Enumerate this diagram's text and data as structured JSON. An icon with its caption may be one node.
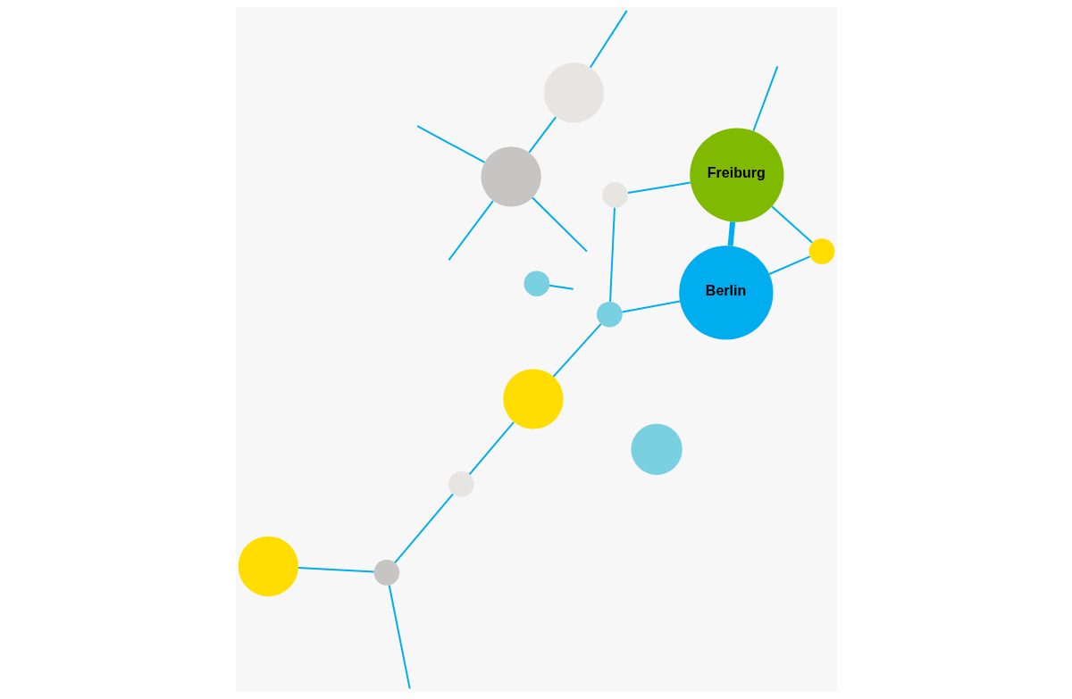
{
  "diagram": {
    "nodes": [
      {
        "text": [
          "Berlin"
        ]
      },
      {
        "text": [
          "Freiburg"
        ]
      },
      {
        "text": [],
        "shape": "circle"
      },
      {
        "text": [],
        "shape": "circle"
      },
      {
        "text": [],
        "shape": "circle"
      },
      {
        "text": [],
        "shape": "circle"
      },
      {
        "text": [],
        "shape": "circle"
      },
      {
        "text": [],
        "shape": "circle"
      },
      {
        "text": [],
        "shape": "circle"
      },
      {
        "text": [],
        "shape": "circle"
      },
      {
        "text": [],
        "shape": "circle"
      },
      {
        "text": [],
        "shape": "circle"
      },
      {
        "text": [],
        "shape": "circle"
      }
    ],
    "edges": [
      {
        "from": 0,
        "to": 1,
        "arrow": "none",
        "style": "thick"
      },
      {
        "from": 1,
        "to": 4,
        "arrow": "none"
      },
      {
        "from": 4,
        "to": 0,
        "arrow": "none"
      },
      {
        "from": 5,
        "to": null,
        "arrow": "none"
      },
      {
        "from": 0,
        "to": 7,
        "arrow": "none"
      },
      {
        "from": 7,
        "to": 6,
        "arrow": "none"
      },
      {
        "from": 6,
        "to": 1,
        "arrow": "none"
      },
      {
        "from": 7,
        "to": 8,
        "arrow": "none"
      },
      {
        "from": 2,
        "to": 3,
        "arrow": "none"
      },
      {
        "from": 2,
        "to": null,
        "arrow": "none"
      },
      {
        "from": 2,
        "to": null,
        "arrow": "none"
      },
      {
        "from": 2,
        "to": null,
        "arrow": "none"
      },
      {
        "from": 3,
        "to": null,
        "arrow": "none"
      },
      {
        "from": 1,
        "to": null,
        "arrow": "none"
      },
      {
        "from": 9,
        "to": 11,
        "arrow": "none"
      },
      {
        "from": 11,
        "to": 10,
        "arrow": "none"
      },
      {
        "from": 10,
        "to": 8,
        "arrow": "none"
      },
      {
        "from": 11,
        "to": null,
        "arrow": "none"
      }
    ]
  }
}
